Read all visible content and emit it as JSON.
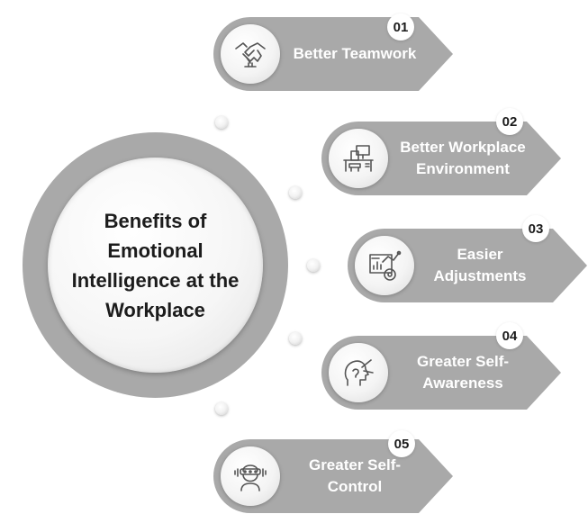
{
  "title": "Benefits of Emotional Intelligence at the Workplace",
  "items": [
    {
      "number": "01",
      "label": "Better Teamwork",
      "icon": "handshake-icon"
    },
    {
      "number": "02",
      "label": "Better Workplace Environment",
      "icon": "workstation-icon"
    },
    {
      "number": "03",
      "label": "Easier Adjustments",
      "icon": "analytics-icon"
    },
    {
      "number": "04",
      "label": "Greater Self-Awareness",
      "icon": "self-reflection-icon"
    },
    {
      "number": "05",
      "label": "Greater Self-Control",
      "icon": "brain-headset-icon"
    }
  ],
  "colors": {
    "pill": "#a9a9a9",
    "text": "#1c1c1c",
    "label": "#ffffff"
  }
}
